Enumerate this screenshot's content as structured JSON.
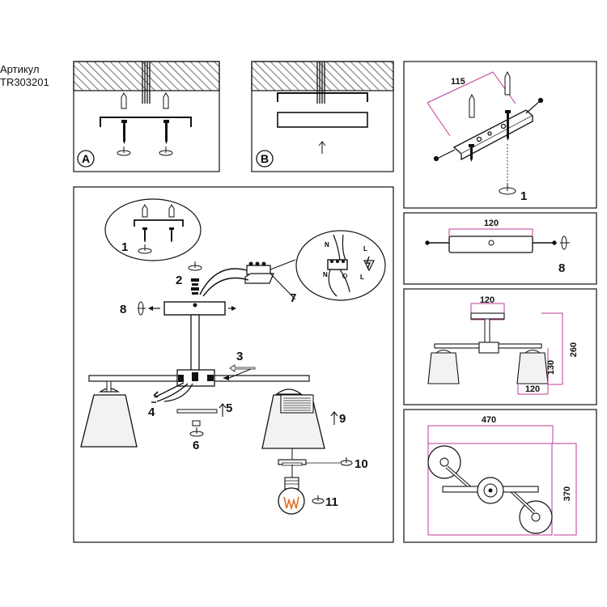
{
  "header": {
    "article_label": "Артикул",
    "article_code": "TR303201"
  },
  "mount_options": {
    "a_label": "A",
    "b_label": "B"
  },
  "assembly": {
    "steps": [
      "1",
      "2",
      "3",
      "4",
      "5",
      "6",
      "7",
      "8",
      "9",
      "10",
      "11"
    ],
    "wire_labels": {
      "n": "N",
      "l": "L"
    }
  },
  "bracket_panel": {
    "dimension": "115",
    "step": "1"
  },
  "plate_panel": {
    "dimension": "120",
    "step": "8"
  },
  "side_panel": {
    "canopy_width": "120",
    "height_total": "260",
    "height_partial": "130",
    "shade_width": "120"
  },
  "top_panel": {
    "width": "470",
    "depth": "370"
  },
  "colors": {
    "line": "#111111",
    "dimension": "#c0399a",
    "shade": "#f2f2f2",
    "filament": "#e07020",
    "ceiling_hatch": "#111111"
  }
}
